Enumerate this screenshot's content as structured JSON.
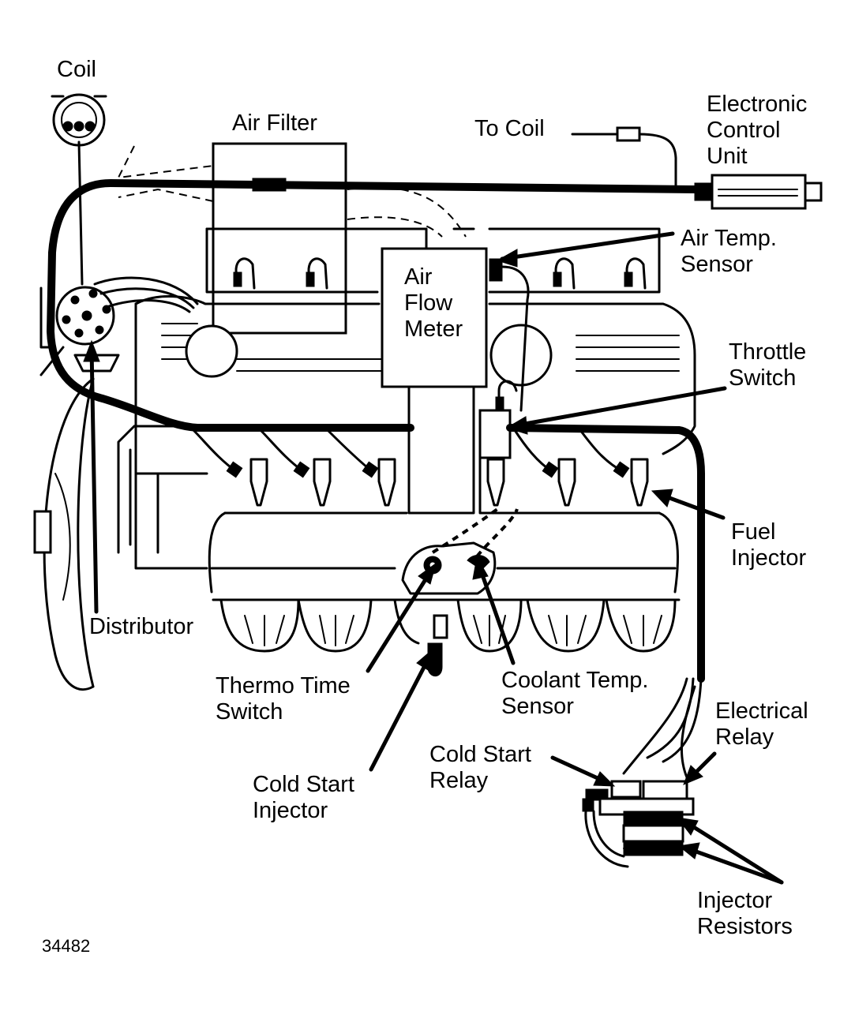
{
  "labels": {
    "coil": "Coil",
    "air_filter": "Air Filter",
    "to_coil": "To Coil",
    "ecu": [
      "Electronic",
      "Control",
      "Unit"
    ],
    "air_temp_sensor": [
      "Air Temp.",
      "Sensor"
    ],
    "air_flow_meter": [
      "Air",
      "Flow",
      "Meter"
    ],
    "throttle_switch": [
      "Throttle",
      "Switch"
    ],
    "fuel_injector": [
      "Fuel",
      "Injector"
    ],
    "distributor": "Distributor",
    "thermo_time_switch": [
      "Thermo Time",
      "Switch"
    ],
    "coolant_temp_sensor": [
      "Coolant Temp.",
      "Sensor"
    ],
    "electrical_relay": [
      "Electrical",
      "Relay"
    ],
    "cold_start_relay": [
      "Cold Start",
      "Relay"
    ],
    "cold_start_injector": [
      "Cold Start",
      "Injector"
    ],
    "injector_resistors": [
      "Injector",
      "Resistors"
    ]
  },
  "figure_number": "34482",
  "colors": {
    "ink": "#000000",
    "paper": "#ffffff"
  },
  "icons": [
    "coil-icon",
    "distributor-icon",
    "ecu-icon",
    "fuel-injector-icon",
    "relay-icon",
    "fan-icon"
  ]
}
